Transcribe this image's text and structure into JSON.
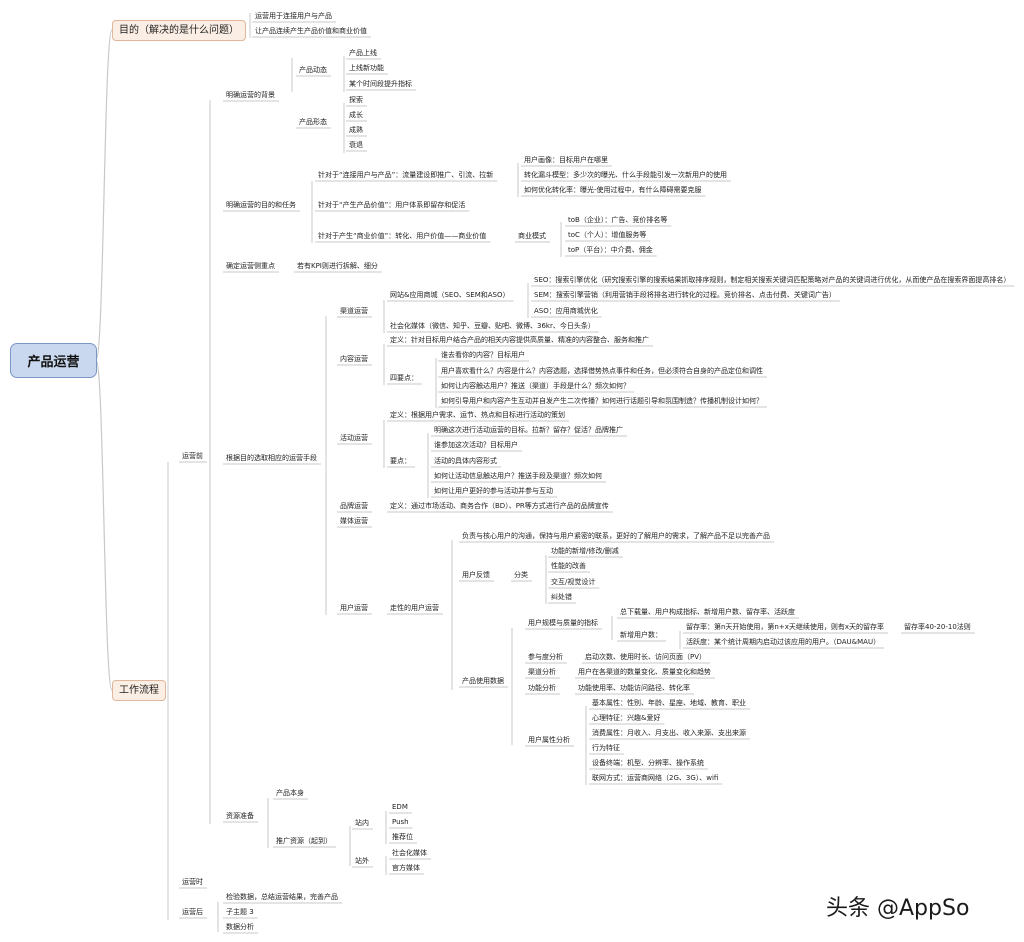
{
  "root": "产品运营",
  "main_topics": {
    "purpose": "目的（解决的是什么问题）",
    "workflow": "工作流程"
  },
  "purpose_items": [
    "运营用于连接用户与产品",
    "让产品连续产生产品价值和商业价值"
  ],
  "stages": {
    "before": "运营前",
    "during": "运营时",
    "after": "运营后"
  },
  "background": {
    "title": "明确运营的背景",
    "product_dynamics": "产品动态",
    "dynamics_items": [
      "产品上线",
      "上线新功能",
      "某个时间段提升指标"
    ],
    "product_form": "产品形态",
    "form_items": [
      "探索",
      "成长",
      "成熟",
      "衰退"
    ]
  },
  "goals": {
    "title": "明确运营的目的和任务",
    "connect": "针对于“连接用户与产品”：流量建设即推广、引流、拉新",
    "connect_items": [
      "用户画像：目标用户在哪里",
      "转化漏斗模型：多少次的曝光、什么手段能引发一次新用户的使用",
      "如何优化转化率：曝光-使用过程中，有什么障碍需要克服"
    ],
    "product_value": "针对于“产生产品价值”：用户体系即留存和促活",
    "commercial_value": "针对于产生“商业价值”：转化、用户价值——商业价值",
    "business_model": "商业模式",
    "models": [
      "toB（企业）：广告、竞价排名等",
      "toC（个人）：增值服务等",
      "toP（平台）：中介费、佣金"
    ]
  },
  "kpi": {
    "title": "确定运营侧重点",
    "detail": "若有KPI则进行拆解、细分"
  },
  "means": {
    "title": "根据目的选取相应的运营手段",
    "channel": {
      "title": "渠道运营",
      "web": "网站&应用商城（SEO、SEM和ASO）",
      "web_items": [
        "SEO：搜索引擎优化（研究搜索引擎的搜索结果抓取排序规则，制定相关搜索关键词匹配策略对产品的关键词进行优化，从而使产品在搜索界面提高排名）",
        "SEM：搜索引擎营销（利用营销手段将排名进行转化的过程。竞价排名、点击付费、关键词广告）",
        "ASO：应用商城优化"
      ],
      "social": "社会化媒体（微信、知乎、豆瓣、贴吧、微博、36kr、今日头条）"
    },
    "content": {
      "title": "内容运营",
      "definition": "定义：针对目标用户结合产品的相关内容提供高质量、精准的内容整合、服务和推广",
      "key_points": "四要点：",
      "points": [
        "谁去看你的内容？目标用户",
        "用户喜欢看什么？内容是什么？内容选题，选择借势热点事件和任务，但必须符合自身的产品定位和调性",
        "如何让内容触达用户？推送（渠道）手段是什么？频次如何？",
        "如何引导用户和内容产生互动并自发产生二次传播？如何进行话题引导和氛围制造？传播机制设计如何？"
      ]
    },
    "activity": {
      "title": "活动运营",
      "definition": "定义：根据用户需求、运节、热点和目标进行活动的策划",
      "key_points": "要点：",
      "points": [
        "明确这次进行活动运营的目标。拉新？留存？促活？品牌推广",
        "谁参加这次活动？目标用户",
        "活动的具体内容形式",
        "如何让活动信息触达用户？推送手段及渠道？频次如何",
        "如何让用户更好的参与活动并参与互动"
      ]
    },
    "brand": {
      "title": "品牌运营",
      "definition": "定义：通过市场活动、商务合作（BD）、PR等方式进行产品的品牌宣传"
    },
    "media": "媒体运营",
    "user": {
      "title": "用户运营",
      "core": "走性的用户运营",
      "communicate": "负责与核心用户的沟通，保持与用户紧密的联系，更好的了解用户的需求，了解产品不足以完善产品",
      "feedback": "用户反馈",
      "classify": "分类",
      "classify_items": [
        "功能的新增/修改/删减",
        "性能的改善",
        "交互/视觉设计",
        "纠处错"
      ],
      "product_data": "产品使用数据",
      "scale": "用户规模与质量的指标",
      "scale_total": "总下载量、用户构成指标、新增用户数、留存率、活跃度",
      "new_users": "新增用户数：",
      "retention": "留存率：第n天开始使用，第n+x天继续使用，则有x天的留存率",
      "retention_rule": "留存率40-20-10法则",
      "active": "活跃度：某个统计周期内启动过该应用的用户。（DAU&MAU）",
      "participation": "参与度分析",
      "participation_detail": "启动次数、使用时长、访问页面（PV）",
      "channel_analysis": "渠道分析",
      "channel_detail": "用户在各渠道的数量变化、质量变化和趋势",
      "function_analysis": "功能分析",
      "function_detail": "功能使用率、功能访问路径、转化率",
      "attribute": "用户属性分析",
      "attribute_items": [
        "基本属性：性别、年龄、星座、地域、教育、职业",
        "心理特征：兴趣&爱好",
        "消费属性：月收入、月支出、收入来源、支出来源",
        "行为特征",
        "设备终端：机型、分辨率、操作系统",
        "联网方式：运营商网络（2G、3G）、wifi"
      ]
    }
  },
  "resources": {
    "title": "资源准备",
    "product": "产品本身",
    "promotion": "推广资源（起到）",
    "internal": "站内",
    "internal_items": [
      "EDM",
      "Push",
      "推荐位"
    ],
    "external": "站外",
    "external_items": [
      "社会化媒体",
      "官方媒体"
    ]
  },
  "after_items": [
    "检验数据，总结运营结果，完善产品",
    "子主题 3",
    "数据分析"
  ],
  "watermark": "头条 @AppSo",
  "colors": {
    "root_fill": "#c9d8ee",
    "root_border": "#7b97c7",
    "main_fill": "#fbeee4",
    "main_border": "#e0b79a",
    "line": "#c8c8c8"
  }
}
